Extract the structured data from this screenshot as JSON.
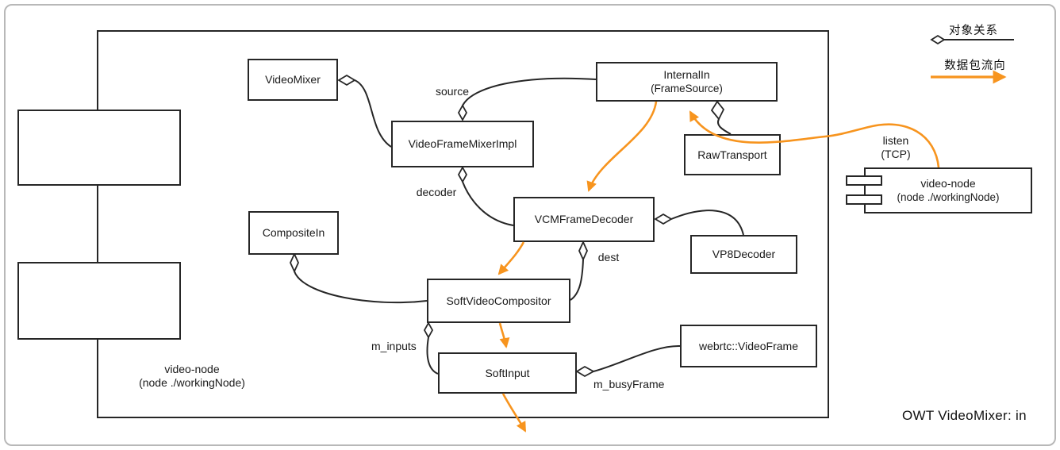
{
  "diagram": {
    "caption": "OWT VideoMixer: in",
    "legend": {
      "object_relation_label": "对象关系",
      "data_flow_label": "数据包流向"
    },
    "container_label": {
      "line1": "video-node",
      "line2": "(node ./workingNode)"
    },
    "nodes": {
      "video_mixer": {
        "label": "VideoMixer"
      },
      "internal_in": {
        "line1": "InternalIn",
        "line2": "(FrameSource)"
      },
      "video_frame_mixer_impl": {
        "label": "VideoFrameMixerImpl"
      },
      "raw_transport": {
        "label": "RawTransport"
      },
      "composite_in": {
        "label": "CompositeIn"
      },
      "vcm_frame_decoder": {
        "label": "VCMFrameDecoder"
      },
      "vp8_decoder": {
        "label": "VP8Decoder"
      },
      "soft_video_compositor": {
        "label": "SoftVideoCompositor"
      },
      "soft_input": {
        "label": "SoftInput"
      },
      "webrtc_video_frame": {
        "label": "webrtc::VideoFrame"
      },
      "video_node_component": {
        "line1": "video-node",
        "line2": "(node ./workingNode)"
      }
    },
    "edge_labels": {
      "source": "source",
      "decoder": "decoder",
      "dest": "dest",
      "m_inputs": "m_inputs",
      "m_busy_frame": "m_busyFrame",
      "listen_line1": "listen",
      "listen_line2": "(TCP)"
    },
    "colors": {
      "flow": "#F7941E",
      "line": "#262626"
    }
  }
}
